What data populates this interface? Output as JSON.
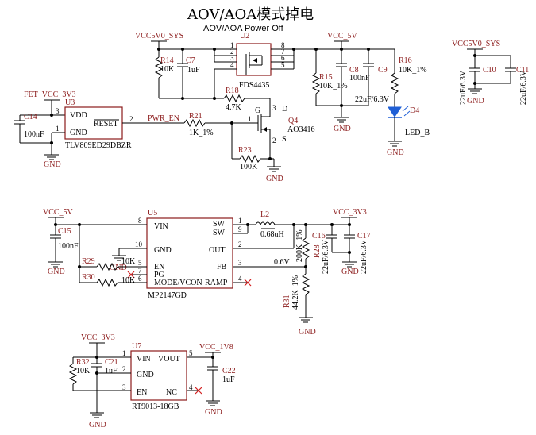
{
  "title": "AOV/AOA模式掉电",
  "subtitle": "AOV/AOA Power Off",
  "nets": {
    "vcc5v0_sys": "VCC5V0_SYS",
    "vcc_5v": "VCC_5V",
    "vcc_3v3": "VCC_3V3",
    "vcc_1v8": "VCC_1V8",
    "fet_vcc_3v3": "FET_VCC_3V3",
    "pwr_en": "PWR_EN",
    "gnd": "GND"
  },
  "u2": {
    "ref": "U2",
    "part": "FDS4435",
    "pins": [
      "1",
      "2",
      "3",
      "4",
      "5",
      "6",
      "7",
      "8"
    ]
  },
  "u3": {
    "ref": "U3",
    "part": "TLV809ED29DBZR",
    "pins": {
      "vdd": "VDD",
      "reset": "RESET",
      "gnd": "GND"
    },
    "pin_nums": [
      "3",
      "2",
      "1"
    ]
  },
  "u5": {
    "ref": "U5",
    "part": "MP2147GD",
    "pins": {
      "vin": "VIN",
      "gnd": "GND",
      "en": "EN",
      "pg": "PG",
      "mode": "MODE/VCON",
      "sw1": "SW",
      "sw2": "SW",
      "out": "OUT",
      "fb": "FB",
      "ramp": "RAMP"
    },
    "pin_nums": [
      "8",
      "10",
      "5",
      "7",
      "6",
      "1",
      "9",
      "2",
      "3",
      "4"
    ]
  },
  "u7": {
    "ref": "U7",
    "part": "RT9013-18GB",
    "pins": {
      "vin": "VIN",
      "vout": "VOUT",
      "gnd": "GND",
      "en": "EN",
      "nc": "NC"
    },
    "pin_nums": [
      "1",
      "5",
      "2",
      "3",
      "4"
    ]
  },
  "q4": {
    "ref": "Q4",
    "part": "AO3416",
    "g": "G",
    "d": "D",
    "s": "S",
    "pins": [
      "1",
      "3",
      "2"
    ]
  },
  "d4": {
    "ref": "D4",
    "part": "LED_B"
  },
  "l2": {
    "ref": "L2",
    "value": "0.68uH"
  },
  "fb_voltage": "0.6V",
  "resistors": [
    {
      "ref": "R14",
      "value": "10K"
    },
    {
      "ref": "R18",
      "value": "4.7K"
    },
    {
      "ref": "R21",
      "value": "1K_1%"
    },
    {
      "ref": "R23",
      "value": "100K"
    },
    {
      "ref": "R15",
      "value": "10K_1%"
    },
    {
      "ref": "R16",
      "value": "10K_1%"
    },
    {
      "ref": "R29",
      "value": "10K"
    },
    {
      "ref": "R30",
      "value": "10K"
    },
    {
      "ref": "R28",
      "value": "200K_1%"
    },
    {
      "ref": "R31",
      "value": "44.2K_1%"
    },
    {
      "ref": "R32",
      "value": "10K"
    }
  ],
  "capacitors": [
    {
      "ref": "C7",
      "value": "1uF"
    },
    {
      "ref": "C8",
      "value": "100nF"
    },
    {
      "ref": "C9",
      "value": "22uF/6.3V"
    },
    {
      "ref": "C10",
      "value": "22uF/6.3V"
    },
    {
      "ref": "C11",
      "value": "22uF/6.3V"
    },
    {
      "ref": "C14",
      "value": "100nF"
    },
    {
      "ref": "C15",
      "value": "100nF"
    },
    {
      "ref": "C16",
      "value": "22uF/6.3V"
    },
    {
      "ref": "C17",
      "value": "22uF/6.3V"
    },
    {
      "ref": "C21",
      "value": "1uF"
    },
    {
      "ref": "C22",
      "value": "1uF"
    }
  ]
}
